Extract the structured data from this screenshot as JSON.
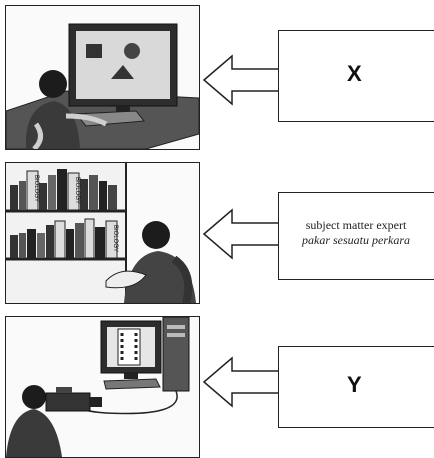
{
  "rows": [
    {
      "label": "X",
      "subtitle_en": "",
      "subtitle_ms": ""
    },
    {
      "label": "",
      "subtitle_en": "subject matter expert",
      "subtitle_ms": "pakar sesuatu perkara"
    },
    {
      "label": "Y",
      "subtitle_en": "",
      "subtitle_ms": ""
    }
  ],
  "bookshelf": {
    "spine_text": "BIOLOGY"
  }
}
